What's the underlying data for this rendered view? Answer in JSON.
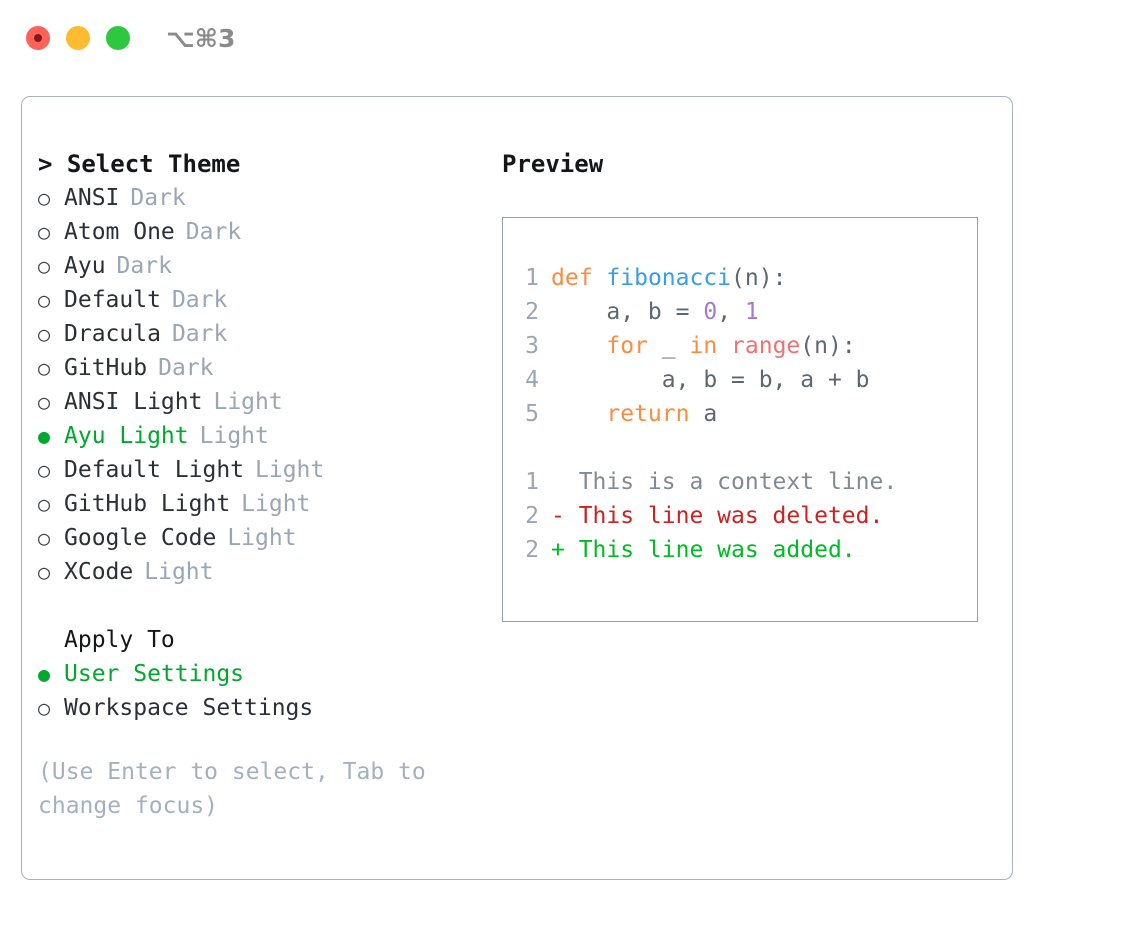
{
  "window": {
    "title": "⌥⌘3",
    "traffic_lights": [
      "close-red",
      "minimize-yellow",
      "zoom-green"
    ],
    "colors": {
      "red": "#ff6058",
      "yellow": "#fdbc2f",
      "green": "#2bc840",
      "panel_border": "#a8b2c1",
      "accent_green": "#00a82d",
      "muted": "#9aa6b6"
    }
  },
  "theme_panel": {
    "heading": "> Select Theme",
    "bullet_selected": "●",
    "bullet_unselected": "○",
    "items": [
      {
        "name": "ANSI",
        "kind": "Dark",
        "selected": false
      },
      {
        "name": "Atom One",
        "kind": "Dark",
        "selected": false
      },
      {
        "name": "Ayu",
        "kind": "Dark",
        "selected": false
      },
      {
        "name": "Default",
        "kind": "Dark",
        "selected": false
      },
      {
        "name": "Dracula",
        "kind": "Dark",
        "selected": false
      },
      {
        "name": "GitHub",
        "kind": "Dark",
        "selected": false
      },
      {
        "name": "ANSI Light",
        "kind": "Light",
        "selected": false
      },
      {
        "name": "Ayu Light",
        "kind": "Light",
        "selected": true
      },
      {
        "name": "Default Light",
        "kind": "Light",
        "selected": false
      },
      {
        "name": "GitHub Light",
        "kind": "Light",
        "selected": false
      },
      {
        "name": "Google Code",
        "kind": "Light",
        "selected": false
      },
      {
        "name": "XCode",
        "kind": "Light",
        "selected": false
      }
    ]
  },
  "apply_to": {
    "heading": "Apply To",
    "items": [
      {
        "label": "User Settings",
        "selected": true
      },
      {
        "label": "Workspace Settings",
        "selected": false
      }
    ]
  },
  "hint": "(Use Enter to select, Tab to change focus)",
  "preview": {
    "heading": "Preview",
    "code_lines": [
      {
        "n": "1",
        "tokens": [
          {
            "t": "def",
            "c": "kw"
          },
          {
            "t": " ",
            "c": "plain"
          },
          {
            "t": "fibonacci",
            "c": "fn"
          },
          {
            "t": "(n):",
            "c": "punc"
          }
        ]
      },
      {
        "n": "2",
        "tokens": [
          {
            "t": "    a, b = ",
            "c": "plain"
          },
          {
            "t": "0",
            "c": "num"
          },
          {
            "t": ", ",
            "c": "plain"
          },
          {
            "t": "1",
            "c": "num"
          }
        ]
      },
      {
        "n": "3",
        "tokens": [
          {
            "t": "    ",
            "c": "plain"
          },
          {
            "t": "for",
            "c": "kw"
          },
          {
            "t": " _ ",
            "c": "plain"
          },
          {
            "t": "in",
            "c": "kw"
          },
          {
            "t": " ",
            "c": "plain"
          },
          {
            "t": "range",
            "c": "builtin"
          },
          {
            "t": "(n):",
            "c": "punc"
          }
        ]
      },
      {
        "n": "4",
        "tokens": [
          {
            "t": "        a, b = b, a + b",
            "c": "plain"
          }
        ]
      },
      {
        "n": "5",
        "tokens": [
          {
            "t": "    ",
            "c": "plain"
          },
          {
            "t": "return",
            "c": "kw"
          },
          {
            "t": " a",
            "c": "plain"
          }
        ]
      }
    ],
    "diff_lines": [
      {
        "n": "1",
        "marker": " ",
        "text": "  This is a context line.",
        "c": "ctx"
      },
      {
        "n": "2",
        "marker": "-",
        "text": "- This line was deleted.",
        "c": "del"
      },
      {
        "n": "2",
        "marker": "+",
        "text": "+ This line was added.",
        "c": "add"
      }
    ],
    "syntax_colors": {
      "keyword": "#fa8d3e",
      "function": "#399ee6",
      "number": "#a37acc",
      "builtin": "#f07171",
      "plain": "#5c6773",
      "line_number": "#9aa6b6",
      "diff_context": "#808a94",
      "diff_delete": "#cc2222",
      "diff_add": "#00bb22"
    }
  }
}
